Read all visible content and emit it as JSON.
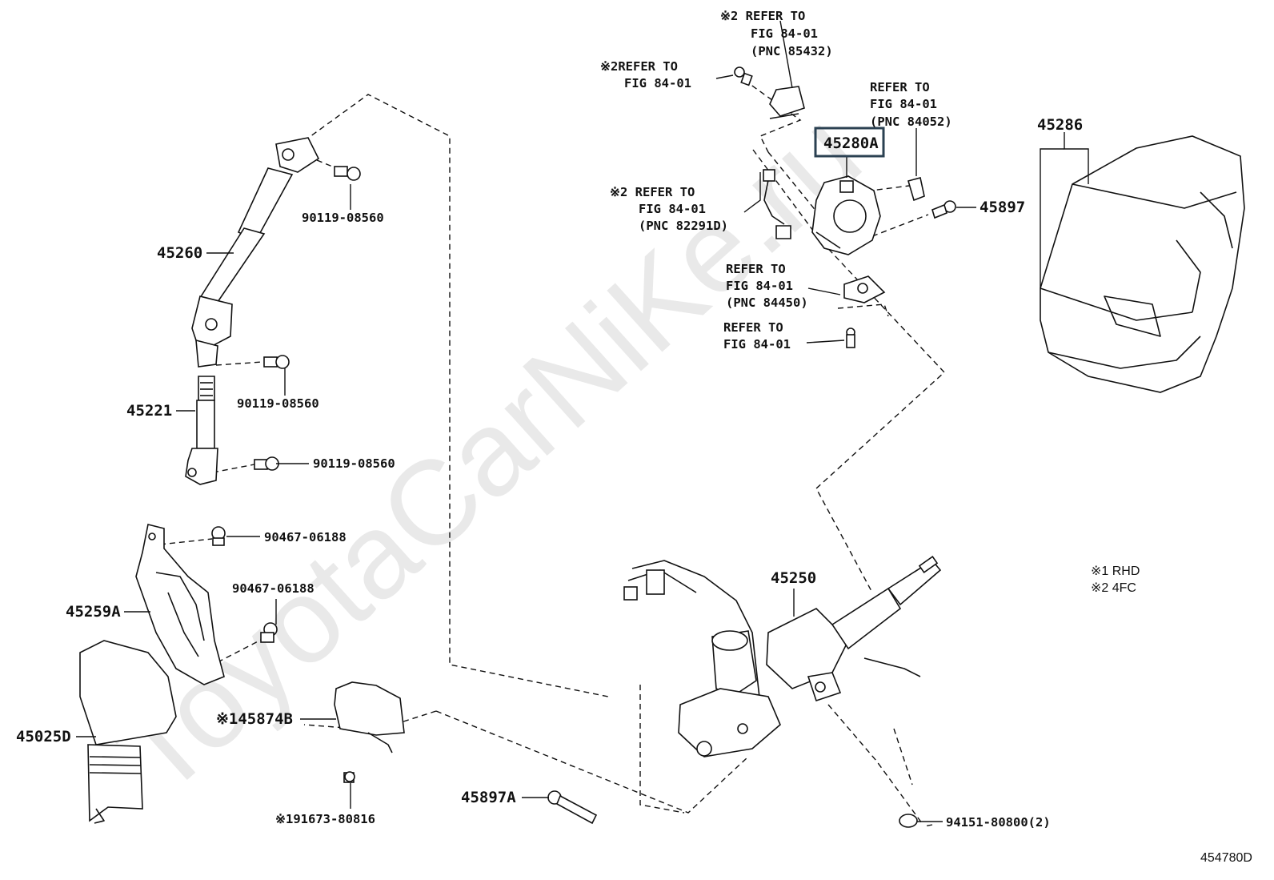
{
  "watermark": "ToyotaCarNiKe.ru",
  "diagram_code": "454780D",
  "legend": [
    "※1 RHD",
    "※2 4FC"
  ],
  "highlighted_part": "45280A",
  "parts": {
    "p45260": "45260",
    "p45221": "45221",
    "p45259A": "45259A",
    "p45025D": "45025D",
    "p45874B": "※145874B",
    "p91673": "※191673-80816",
    "p45897A": "45897A",
    "p45250": "45250",
    "p94151": "94151-80800(2)",
    "p45280A": "45280A",
    "p45897": "45897",
    "p45286": "45286",
    "bolt1": "90119-08560",
    "bolt2": "90119-08560",
    "bolt3": "90119-08560",
    "clip1": "90467-06188",
    "clip2": "90467-06188"
  },
  "refs": {
    "r85432": [
      "※2 REFER TO",
      "FIG 84-01",
      "(PNC 85432)"
    ],
    "r_screw": [
      "※2REFER TO",
      "FIG 84-01"
    ],
    "r84052": [
      "REFER TO",
      "FIG 84-01",
      "(PNC 84052)"
    ],
    "r82291D": [
      "※2 REFER TO",
      "FIG 84-01",
      "(PNC 82291D)"
    ],
    "r84450": [
      "REFER TO",
      "FIG 84-01",
      "(PNC 84450)"
    ],
    "r_bolt": [
      "REFER TO",
      "FIG 84-01"
    ]
  }
}
